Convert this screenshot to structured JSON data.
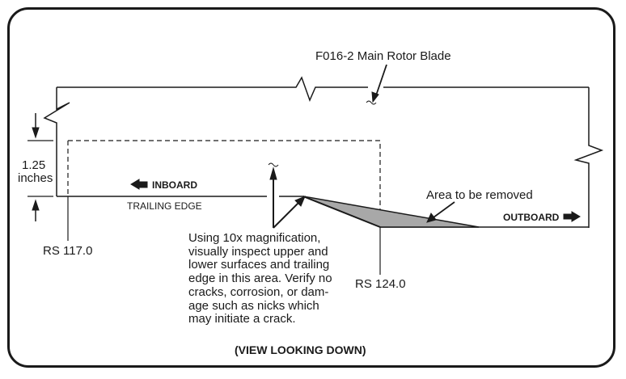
{
  "title": "F016-2 Main Rotor Blade",
  "labels": {
    "dimension_value": "1.25",
    "dimension_unit": "inches",
    "inboard": "INBOARD",
    "outboard": "OUTBOARD",
    "trailing_edge": "TRAILING EDGE",
    "station_inboard": "RS 117.0",
    "station_outboard": "RS 124.0",
    "area_removed": "Area to be removed",
    "inspection_note": "Using 10x magnification,\nvisually inspect upper and\nlower surfaces and trailing\nedge in this area. Verify no\ncracks, corrosion, or dam-\nage such as nicks which\nmay initiate a crack.",
    "view_caption": "(VIEW LOOKING DOWN)"
  },
  "colors": {
    "line": "#1a1a1a",
    "removed_area_fill": "#a8a8a8"
  }
}
